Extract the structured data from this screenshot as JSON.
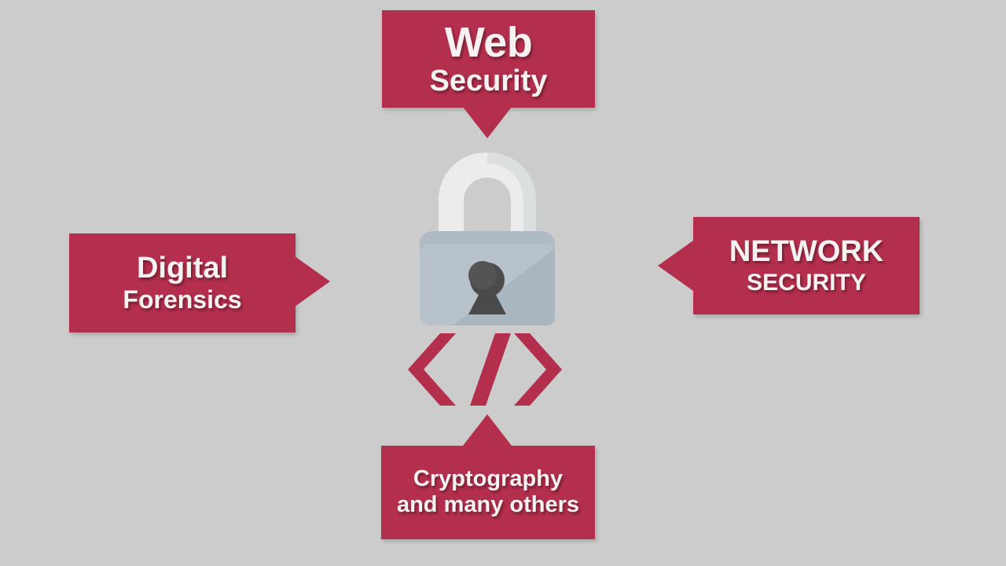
{
  "canvas": {
    "background_color": "#cccccc",
    "accent_color": "#b32f4d",
    "text_color": "#f7f2f2"
  },
  "diagram": {
    "center_icon": {
      "name": "padlock-icon",
      "body_color": "#b4c0c8",
      "shackle_color": "#ececec",
      "keyhole_color": "#4a4a4a"
    },
    "code_icon": {
      "name": "code-brackets-icon",
      "glyph": "</>",
      "color": "#b32f4d"
    },
    "callouts": [
      {
        "id": "web-security",
        "line1": "Web",
        "line2": "Security",
        "arrow": "down",
        "position": "top"
      },
      {
        "id": "digital-forensics",
        "line1": "Digital",
        "line2": "Forensics",
        "arrow": "right",
        "position": "left"
      },
      {
        "id": "network-security",
        "line1": "NETWORK",
        "line2": "SECURITY",
        "arrow": "left",
        "position": "right"
      },
      {
        "id": "cryptography",
        "line1": "Cryptography",
        "line2": "and many others",
        "arrow": "up",
        "position": "bottom"
      }
    ]
  }
}
